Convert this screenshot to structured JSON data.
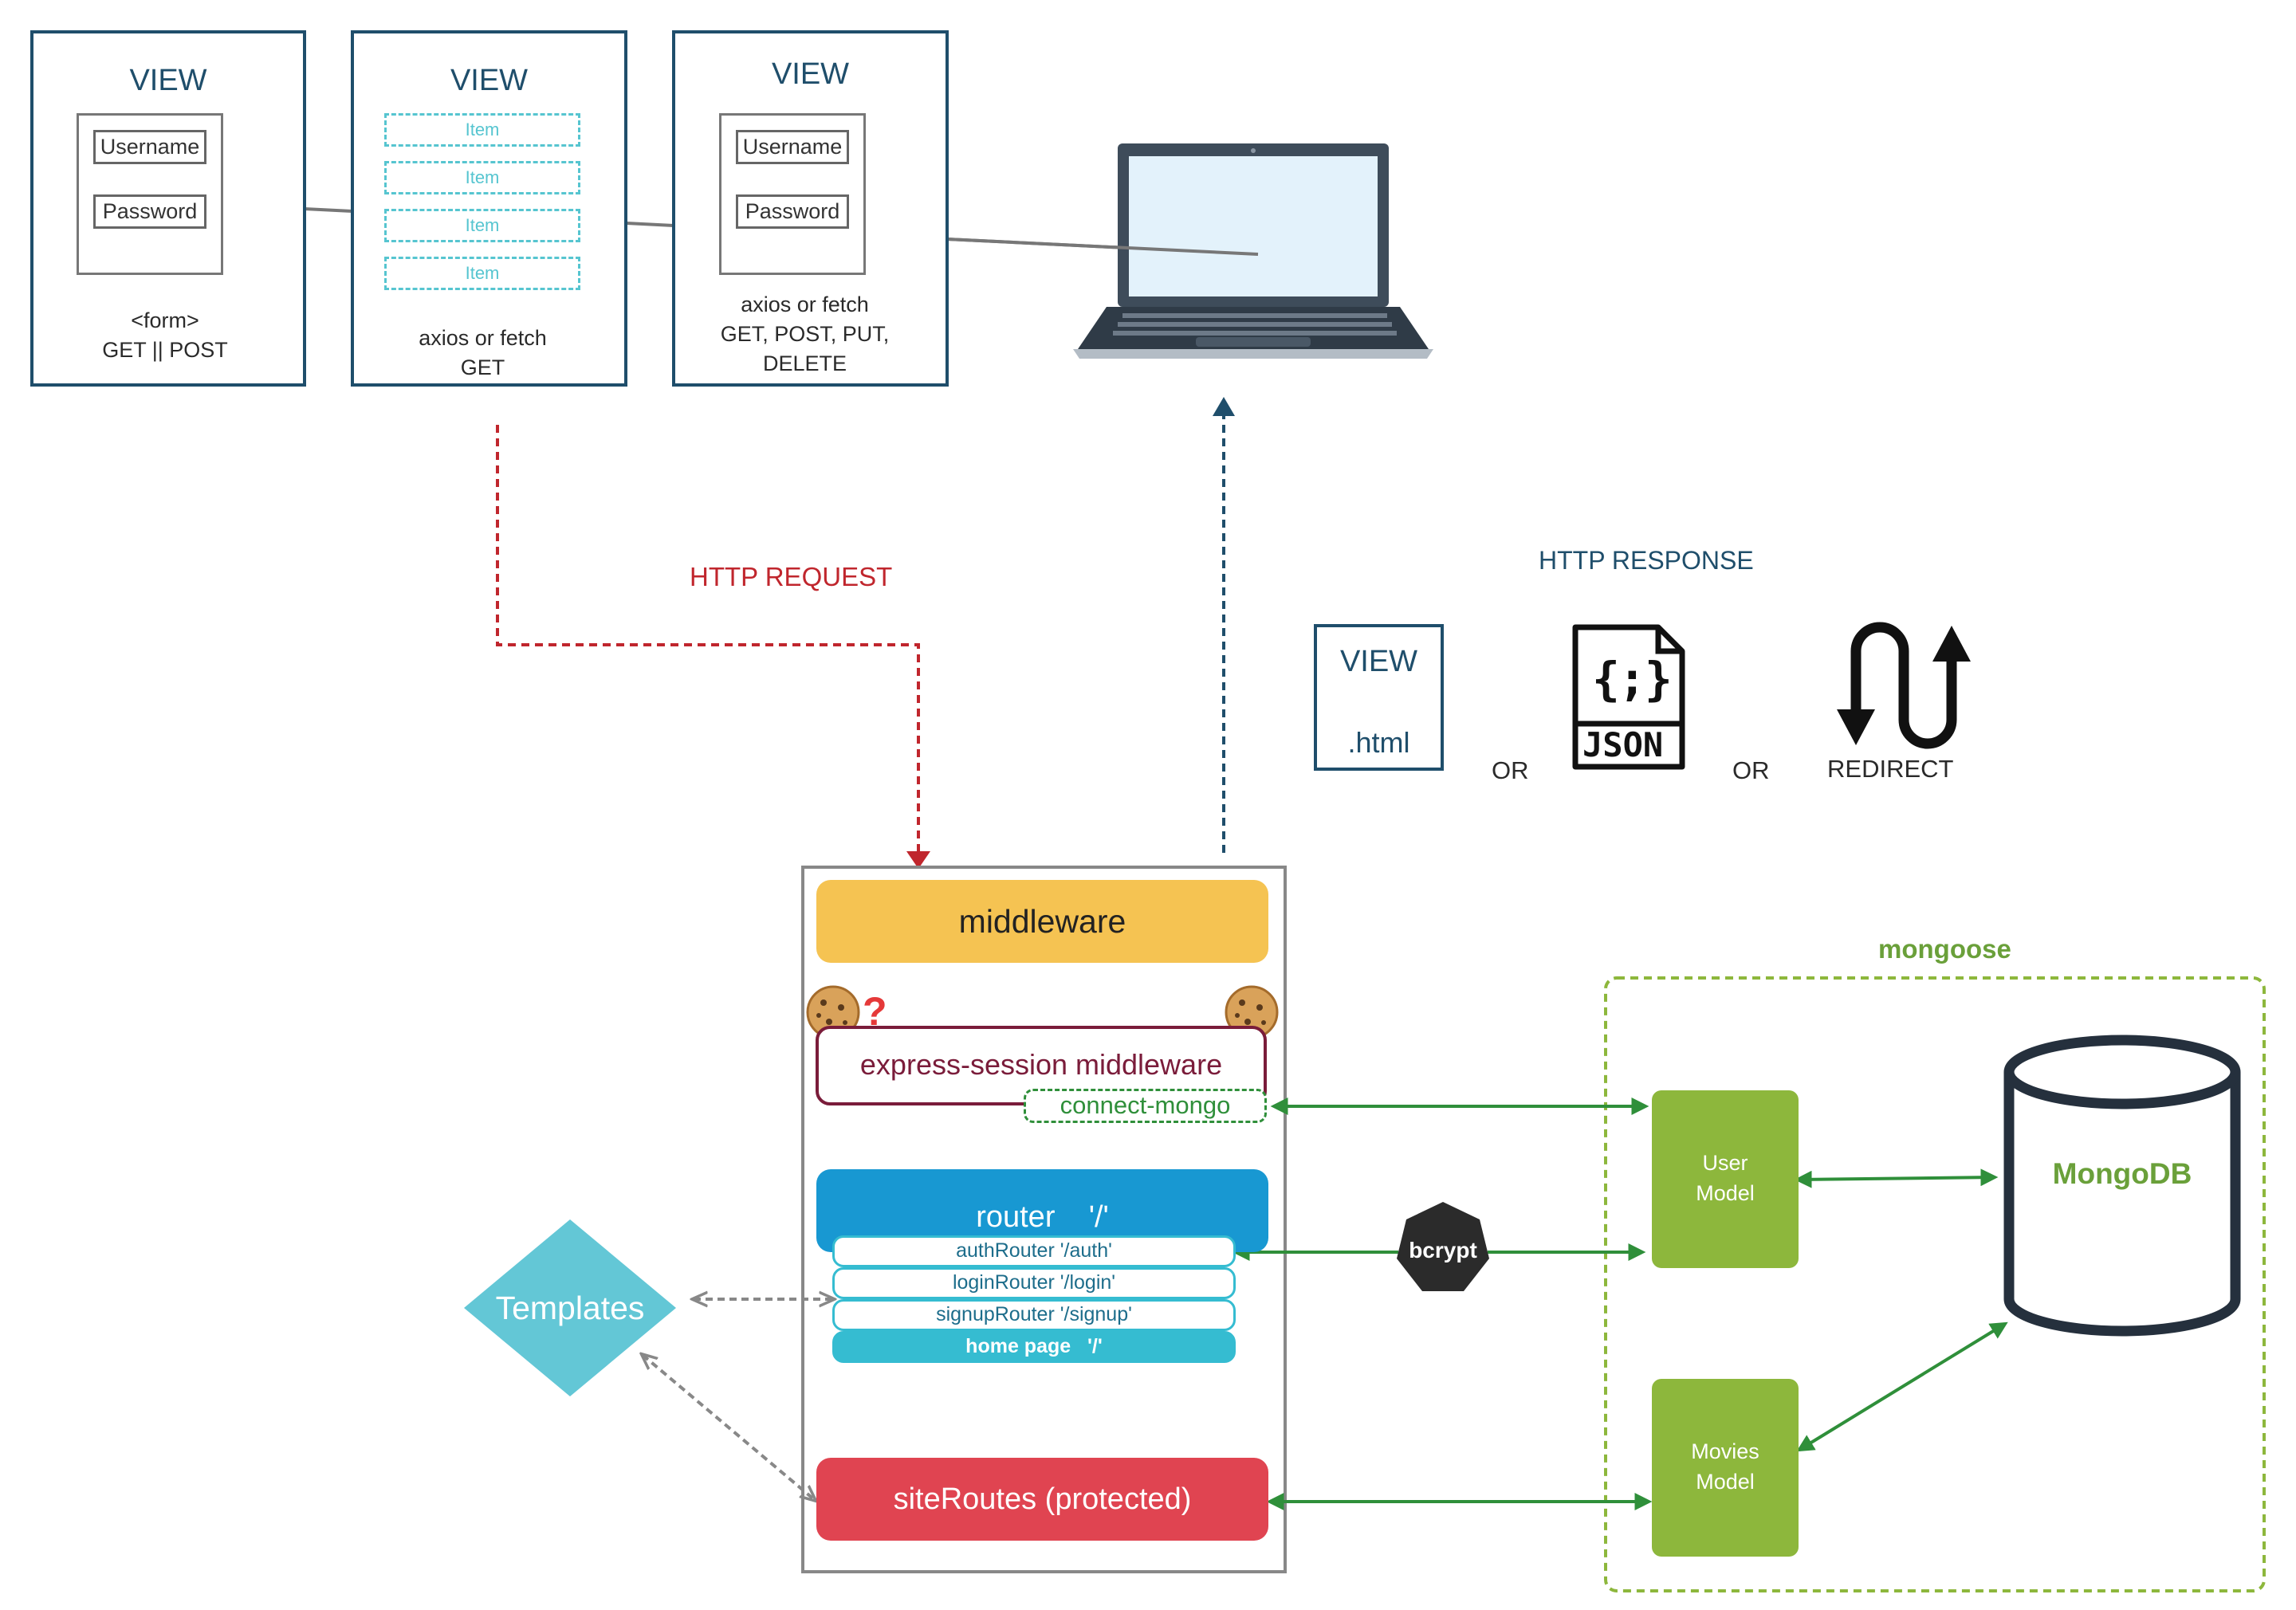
{
  "views": [
    {
      "title": "VIEW",
      "fields": [
        "Username",
        "Password"
      ],
      "caption": [
        "<form>",
        "GET || POST"
      ]
    },
    {
      "title": "VIEW",
      "items": [
        "Item",
        "Item",
        "Item",
        "Item"
      ],
      "caption": [
        "axios or fetch",
        "GET"
      ]
    },
    {
      "title": "VIEW",
      "fields": [
        "Username",
        "Password"
      ],
      "caption": [
        "axios or fetch",
        "GET, POST, PUT,",
        "DELETE"
      ]
    }
  ],
  "http_request": "HTTP REQUEST",
  "http_response": "HTTP RESPONSE",
  "response_options": {
    "view_title": "VIEW",
    "view_ext": ".html",
    "or": "OR",
    "json": "JSON",
    "json_braces": "{;}",
    "redirect": "REDIRECT"
  },
  "server": {
    "middleware": "middleware",
    "session": "express-session middleware",
    "question_mark": "?",
    "connect_mongo": "connect-mongo",
    "router": "router    '/'",
    "sub_routes": [
      "authRouter  '/auth'",
      "loginRouter  '/login'",
      "signupRouter  '/signup'",
      "home page   '/'"
    ],
    "site_routes": "siteRoutes (protected)"
  },
  "templates": "Templates",
  "bcrypt": "bcrypt",
  "mongoose": {
    "label": "mongoose",
    "user_model": [
      "User",
      "Model"
    ],
    "movies_model": [
      "Movies",
      "Model"
    ],
    "db": "MongoDB"
  },
  "colors": {
    "navy": "#1f4e6b",
    "request_red": "#c0262d",
    "middleware_yellow": "#f5c352",
    "session_maroon": "#7a1c3a",
    "connect_green": "#2f8f3a",
    "router_blue": "#1898d2",
    "sub_route_cyan": "#35bcd1",
    "site_routes_red": "#e04451",
    "template_teal": "#63c7d6",
    "model_green": "#8db73c",
    "mongoose_green": "#6aa03a",
    "bcrypt_dark": "#2b2b2b"
  }
}
